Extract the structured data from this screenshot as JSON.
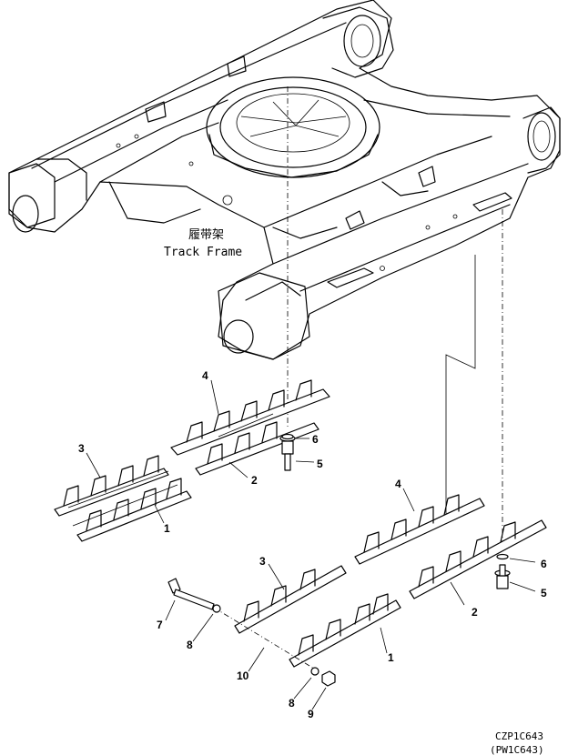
{
  "title_cn": "履带架",
  "title_en": "Track Frame",
  "callouts": {
    "c1a": "1",
    "c2a": "2",
    "c3a": "3",
    "c4a": "4",
    "c5a": "5",
    "c6a": "6",
    "c4b": "4",
    "c3b": "3",
    "c2b": "2",
    "c1b": "1",
    "c5b": "5",
    "c6b": "6",
    "c7": "7",
    "c8a": "8",
    "c8b": "8",
    "c9": "9",
    "c10": "10"
  },
  "drawing_code": "CZP1C643",
  "drawing_code_alt": "(PW1C643)"
}
